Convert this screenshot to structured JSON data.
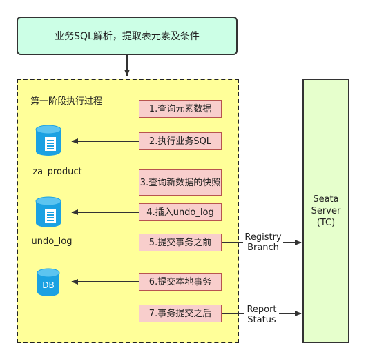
{
  "top_box": {
    "text": "业务SQL解析，提取表元素及条件"
  },
  "phase": {
    "title": "第一阶段执行过程"
  },
  "steps": [
    {
      "label": "1.查询元素数据"
    },
    {
      "label": "2.执行业务SQL"
    },
    {
      "label": "3.查询新数据的快照"
    },
    {
      "label": "4.插入undo_log"
    },
    {
      "label": "5.提交事务之前"
    },
    {
      "label": "6.提交本地事务"
    },
    {
      "label": "7.事务提交之后"
    }
  ],
  "databases": [
    {
      "label": "za_product",
      "icon": "table-db-icon"
    },
    {
      "label": "undo_log",
      "icon": "table-db-icon"
    },
    {
      "label": "",
      "badge": "DB",
      "icon": "db-icon"
    }
  ],
  "server": {
    "text": "Seata\nServer\n(TC)"
  },
  "edges": [
    {
      "label": "Registry\nBranch"
    },
    {
      "label": "Report\nStatus"
    }
  ],
  "colors": {
    "top_fill": "#ccffe6",
    "phase_fill": "#ffff99",
    "step_fill": "#f8cecc",
    "step_border": "#b85450",
    "server_fill": "#e6ffcc",
    "db_blue": "#1ba1e2"
  }
}
